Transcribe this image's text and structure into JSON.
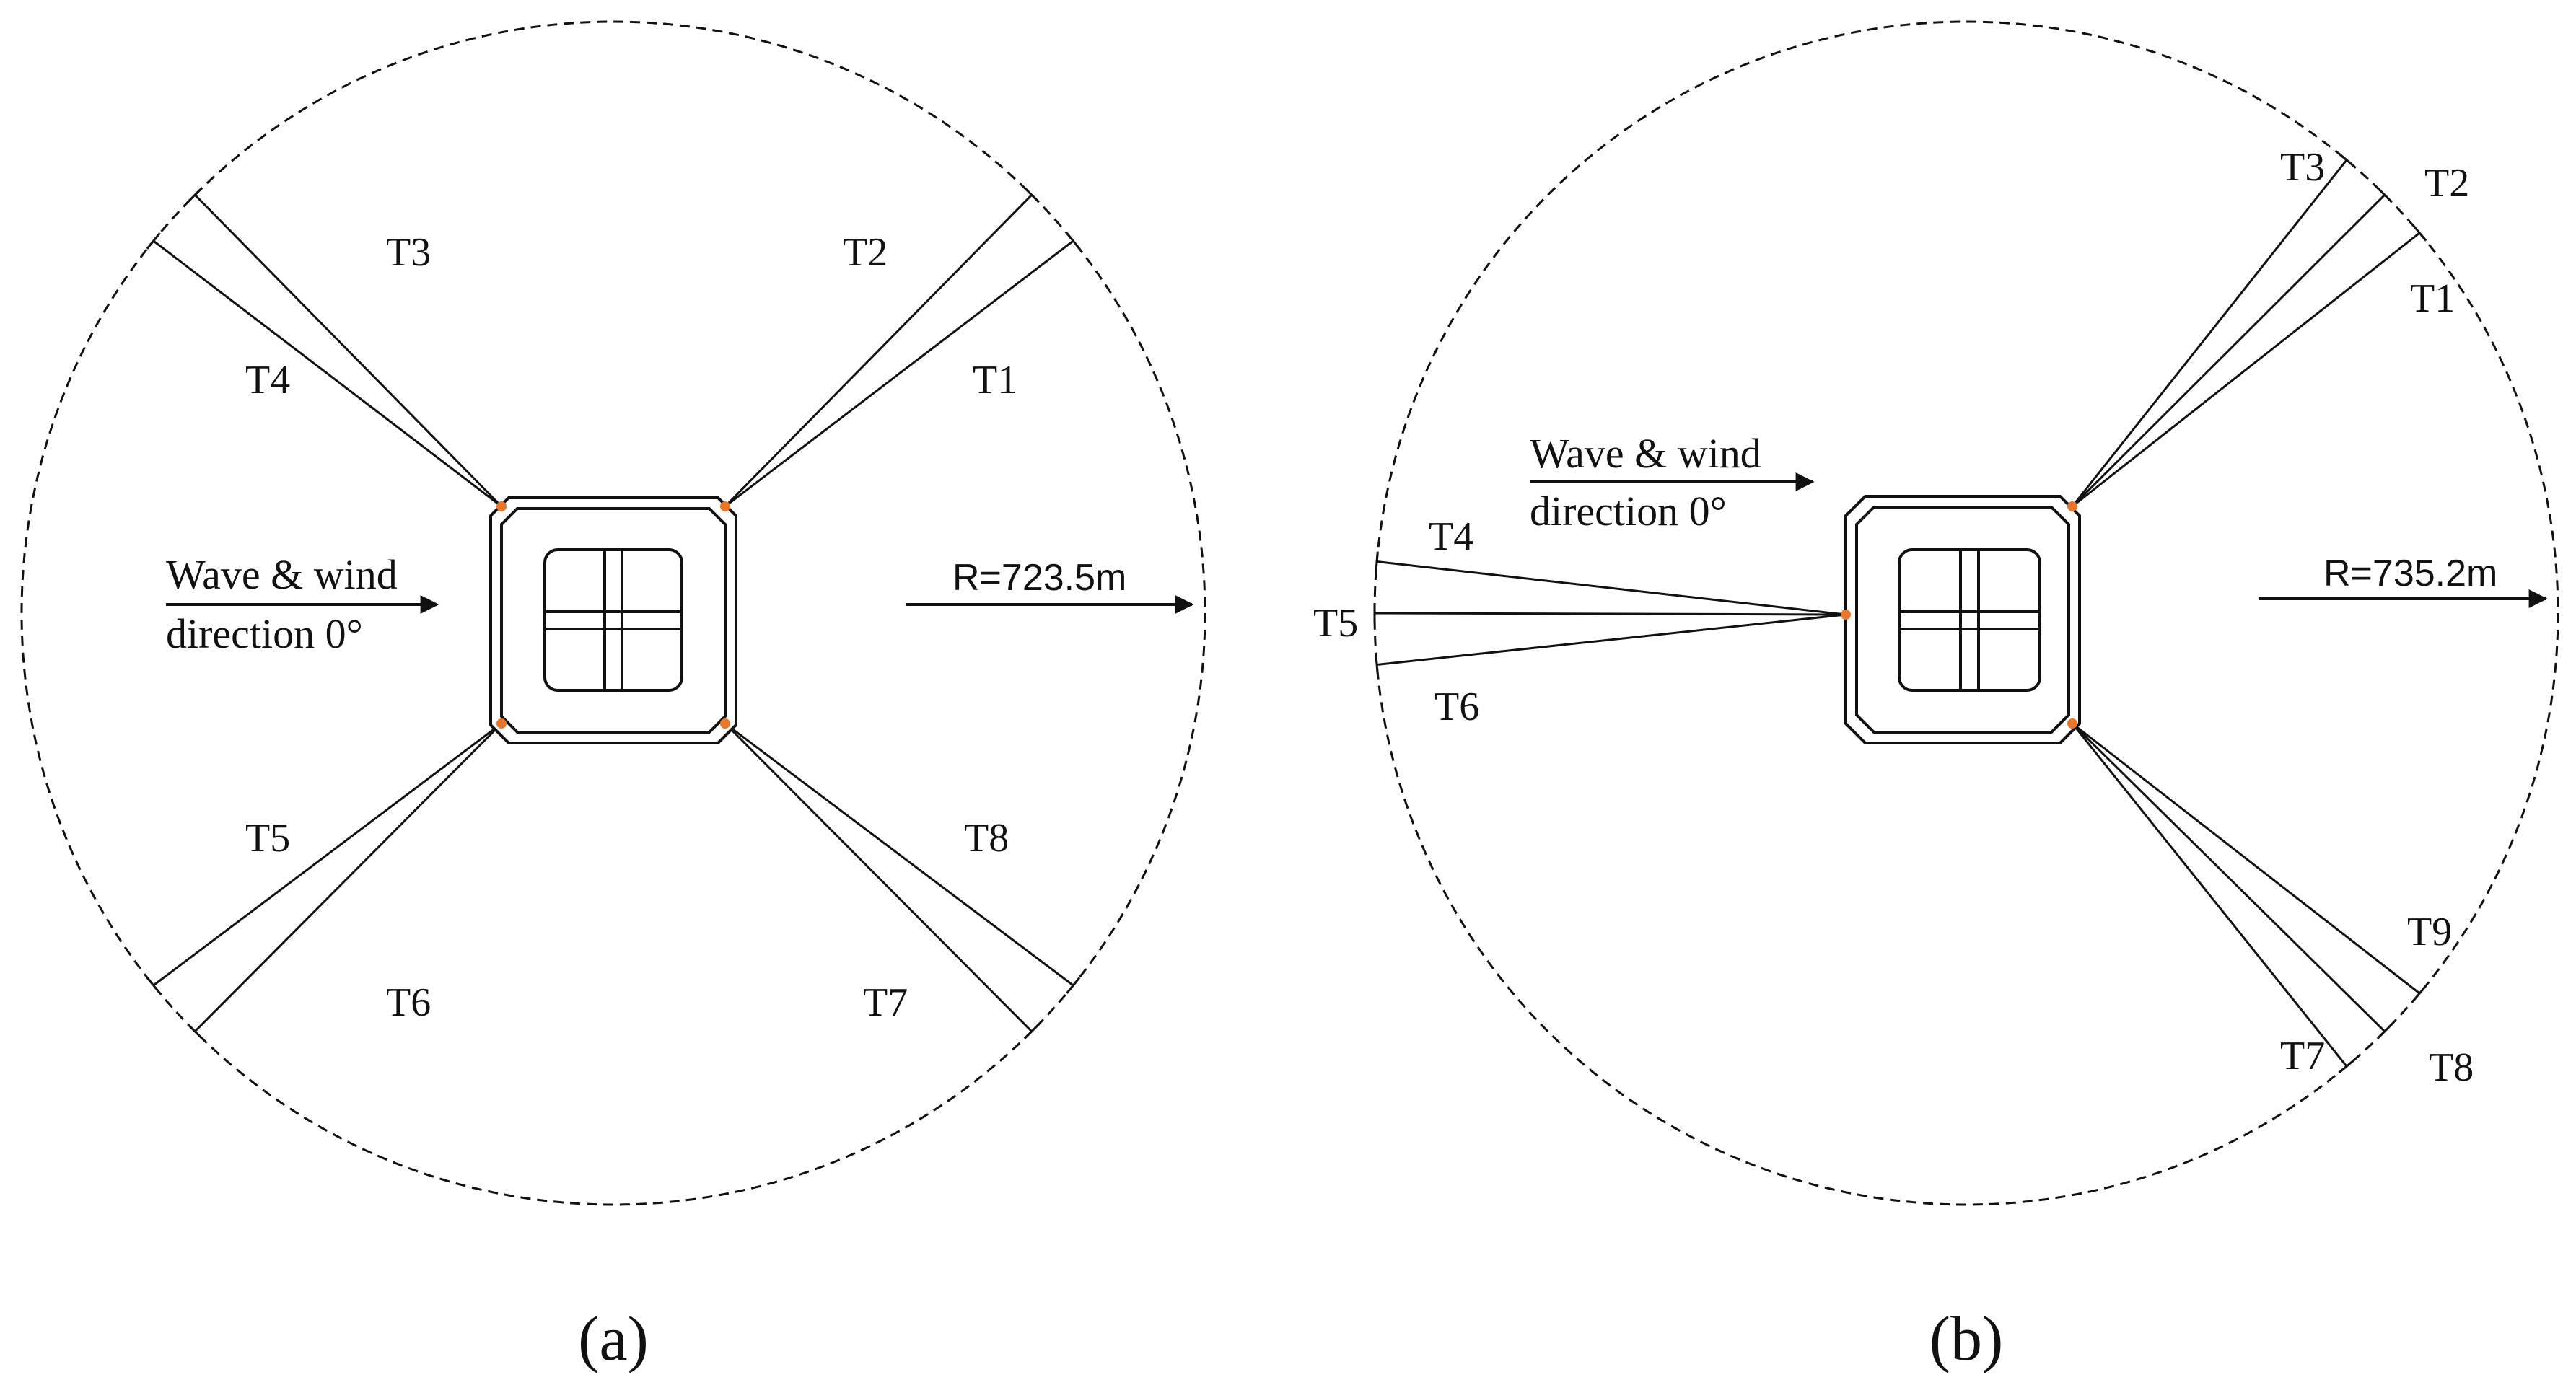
{
  "colors": {
    "line": "#111111",
    "fairlead": "#e8762b",
    "background": "#ffffff"
  },
  "panels": [
    {
      "caption": "(a)",
      "radius_label": "R=723.5m",
      "wave_label_line1": "Wave & wind",
      "wave_label_line2": "direction 0°",
      "lines": [
        {
          "label": "T1",
          "azimuth_deg": 45
        },
        {
          "label": "T2",
          "azimuth_deg": 39
        },
        {
          "label": "T3",
          "azimuth_deg": 141
        },
        {
          "label": "T4",
          "azimuth_deg": 135
        },
        {
          "label": "T5",
          "azimuth_deg": 225
        },
        {
          "label": "T6",
          "azimuth_deg": 219
        },
        {
          "label": "T7",
          "azimuth_deg": 321
        },
        {
          "label": "T8",
          "azimuth_deg": 315
        }
      ]
    },
    {
      "caption": "(b)",
      "radius_label": "R=735.2m",
      "wave_label_line1": "Wave & wind",
      "wave_label_line2": "direction 0°",
      "lines": [
        {
          "label": "T1",
          "azimuth_deg": 40
        },
        {
          "label": "T2",
          "azimuth_deg": 45
        },
        {
          "label": "T3",
          "azimuth_deg": 50
        },
        {
          "label": "T4",
          "azimuth_deg": 175
        },
        {
          "label": "T5",
          "azimuth_deg": 180
        },
        {
          "label": "T6",
          "azimuth_deg": 185
        },
        {
          "label": "T7",
          "azimuth_deg": 310
        },
        {
          "label": "T8",
          "azimuth_deg": 315
        },
        {
          "label": "T9",
          "azimuth_deg": 320
        }
      ]
    }
  ]
}
